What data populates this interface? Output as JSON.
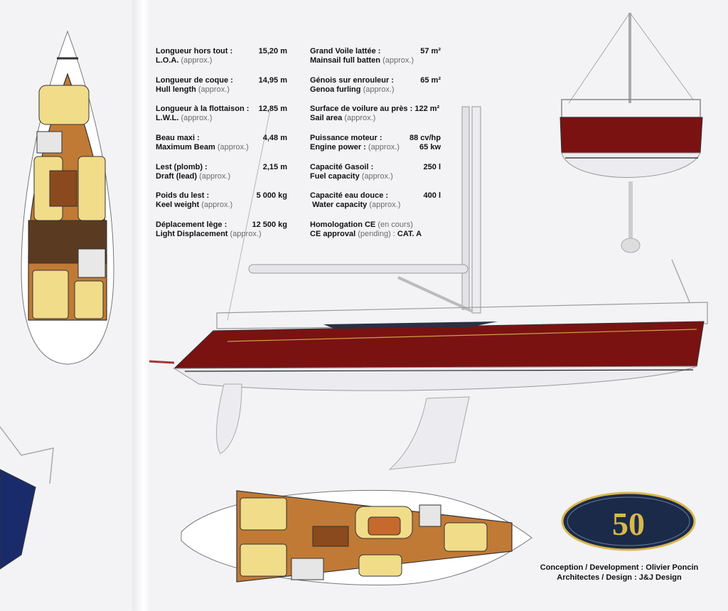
{
  "specs": [
    {
      "fr": "Longueur hors tout :",
      "en": "L.O.A.",
      "note": "(approx.)",
      "value": "15,20 m"
    },
    {
      "fr": "Longueur de coque  :",
      "en": "Hull length",
      "note": "(approx.)",
      "value": "14,95 m"
    },
    {
      "fr": "Longueur à la flottaison :",
      "en": "L.W.L.",
      "note": "(approx.)",
      "value": "12,85 m"
    },
    {
      "fr": "Beau maxi  :",
      "en": "Maximum Beam",
      "note": "(approx.)",
      "value": "4,48 m"
    },
    {
      "fr": "Lest (plomb)  :",
      "en": "Draft (lead)",
      "note": "(approx.)",
      "value": "2,15 m"
    },
    {
      "fr": "Poids du lest :",
      "en": "Keel weight",
      "note": "(approx.)",
      "value": "5 000 kg"
    },
    {
      "fr": "Déplacement lège :",
      "en": "Light Displacement",
      "note": "(approx.)",
      "value": "12 500 kg"
    }
  ],
  "specs2": [
    {
      "fr": "Grand Voile lattée :",
      "en": "Mainsail full batten",
      "note": "(approx.)",
      "value": "57 m²"
    },
    {
      "fr": "Génois sur enrouleur :",
      "en": "Genoa furling",
      "note": "(approx.)",
      "value": "65 m²"
    },
    {
      "fr": "Surface de voilure au près : 122 m²",
      "en": "Sail area",
      "note": "(approx.)",
      "value": ""
    },
    {
      "fr": "Puissance moteur :",
      "en": "Engine power :",
      "note": "(approx.)",
      "value": "88 cv/hp",
      "value2": "65 kw"
    },
    {
      "fr": "Capacité Gasoil :",
      "en": "Fuel capacity",
      "note": "(approx.)",
      "value": "250 l"
    },
    {
      "fr": "Capacité eau douce :",
      "en": "Water capacity",
      "note": "(approx.)",
      "value": "400 l"
    },
    {
      "fr": "Homologation CE",
      "fr_note": "(en cours)",
      "en": "CE approval",
      "note": "(pending) :",
      "en_tail": "CAT. A",
      "value": ""
    }
  ],
  "badge": {
    "text": "50"
  },
  "credits": {
    "line1": "Conception / Development : Olivier Poncin",
    "line2": "Architectes / Design : J&J Design"
  },
  "colors": {
    "hull": "#7a1212",
    "deck_wood": "#b8742c",
    "cushion": "#f1dc8a",
    "badge_bg": "#1c2a4a",
    "badge_gold": "#d8b84a"
  }
}
